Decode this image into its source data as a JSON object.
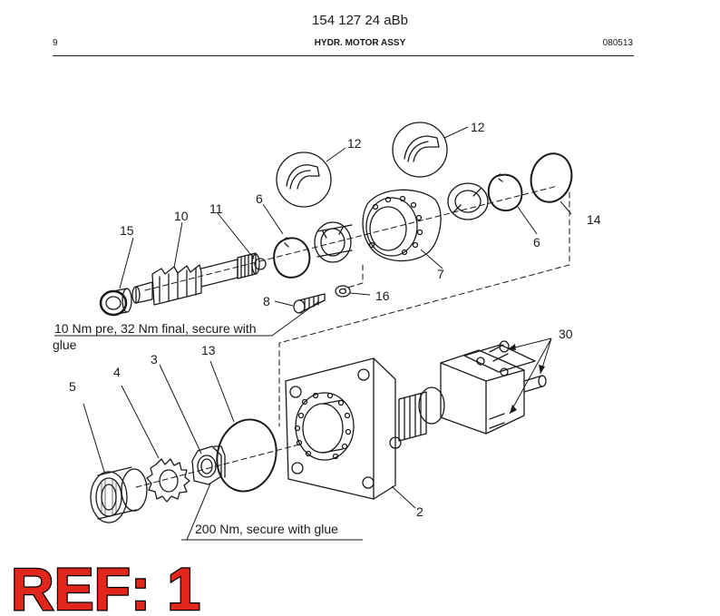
{
  "header": {
    "doc_code": "154 127 24 aBb",
    "page_number": "9",
    "title": "HYDR. MOTOR ASSY",
    "date_code": "080513"
  },
  "callouts": {
    "p2": "2",
    "p3": "3",
    "p4": "4",
    "p5": "5",
    "p6a": "6",
    "p6b": "6",
    "p7": "7",
    "p8": "8",
    "p10": "10",
    "p11": "11",
    "p12a": "12",
    "p12b": "12",
    "p13": "13",
    "p14": "14",
    "p15": "15",
    "p16": "16",
    "p30": "30"
  },
  "notes": {
    "torque_bolt_line1": "10 Nm pre, 32 Nm final, secure with",
    "torque_bolt_line2": "glue",
    "torque_nut": "200 Nm, secure with glue"
  },
  "ref_label": "REF: 1",
  "colors": {
    "ref_fill": "#e1261c",
    "line": "#1a1a1a"
  }
}
